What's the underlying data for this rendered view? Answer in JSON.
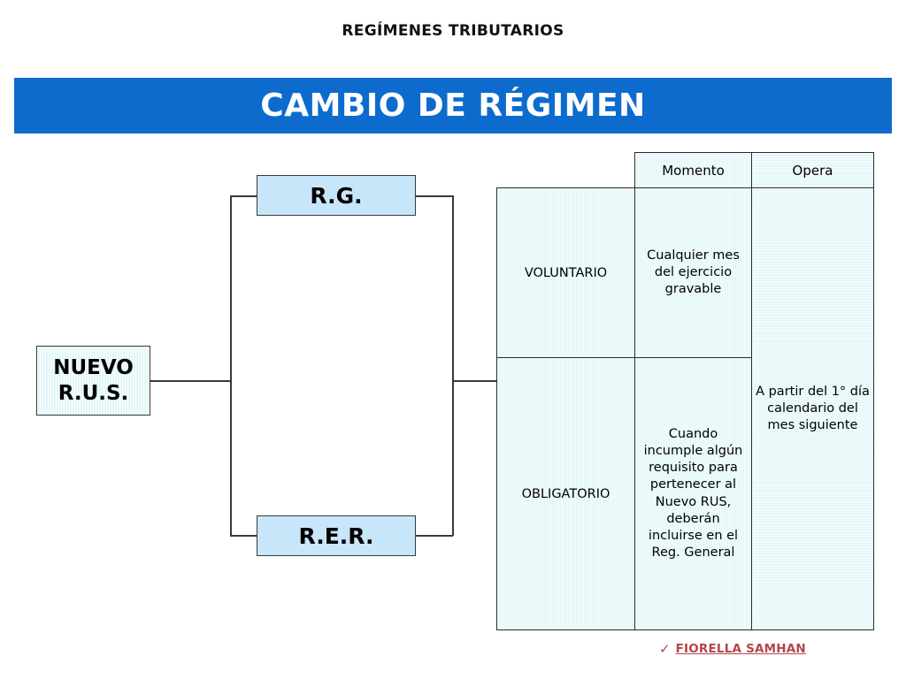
{
  "slide": {
    "header_title": "REGÍMENES TRIBUTARIOS",
    "banner_title": "CAMBIO DE RÉGIMEN",
    "banner_color": "#0d6bcd"
  },
  "diagram": {
    "source_node": {
      "label_line1": "NUEVO",
      "label_line2": "R.U.S.",
      "fill": "#e9fafa"
    },
    "target_nodes": [
      {
        "label": "R.G.",
        "fill": "#c8e6fa"
      },
      {
        "label": "R.E.R.",
        "fill": "#c8e6fa"
      }
    ]
  },
  "table": {
    "headers": {
      "blank": "",
      "momento": "Momento",
      "opera": "Opera"
    },
    "rows": [
      {
        "tipo": "VOLUNTARIO",
        "momento": "Cualquier mes del ejercicio gravable"
      },
      {
        "tipo": "OBLIGATORIO",
        "momento": "Cuando incumple algún requisito para pertenecer al Nuevo RUS, deberán incluirse en el Reg. General"
      }
    ],
    "opera": "A partir del 1° día calendario del mes siguiente"
  },
  "credit": {
    "check_icon": "check-icon",
    "check_glyph": "✓",
    "name": "FIORELLA SAMHAN",
    "color": "#b4454d"
  }
}
